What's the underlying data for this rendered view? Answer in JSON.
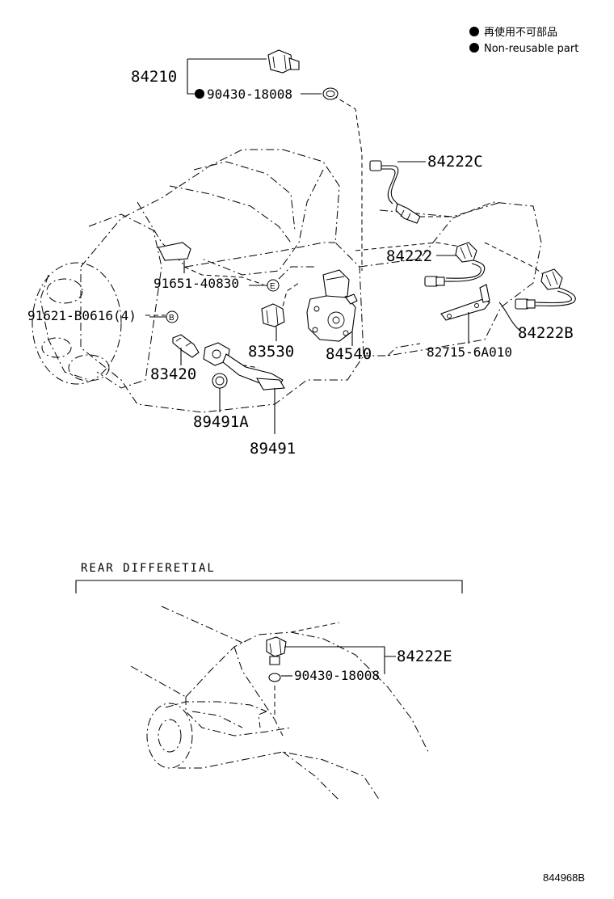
{
  "legend": {
    "items": [
      {
        "icon": "filled-circle",
        "text": "再使用不可部品"
      },
      {
        "icon": "filled-circle",
        "text": "Non-reusable part"
      }
    ]
  },
  "parts": {
    "p84210": "84210",
    "p90430_top": "90430-18008",
    "p84222C": "84222C",
    "p84222": "84222",
    "p91651": "91651-40830",
    "p91621": "91621-B0616(4)",
    "p83530": "83530",
    "p84540": "84540",
    "p82715": "82715-6A010",
    "p84222B": "84222B",
    "p83420": "83420",
    "p89491A": "89491A",
    "p89491": "89491",
    "p84222E": "84222E",
    "p90430_rear": "90430-18008"
  },
  "markers": {
    "e": "E",
    "b": "B"
  },
  "section": {
    "rear_title": "REAR DIFFERETIAL"
  },
  "footer": {
    "ref": "844968B"
  }
}
